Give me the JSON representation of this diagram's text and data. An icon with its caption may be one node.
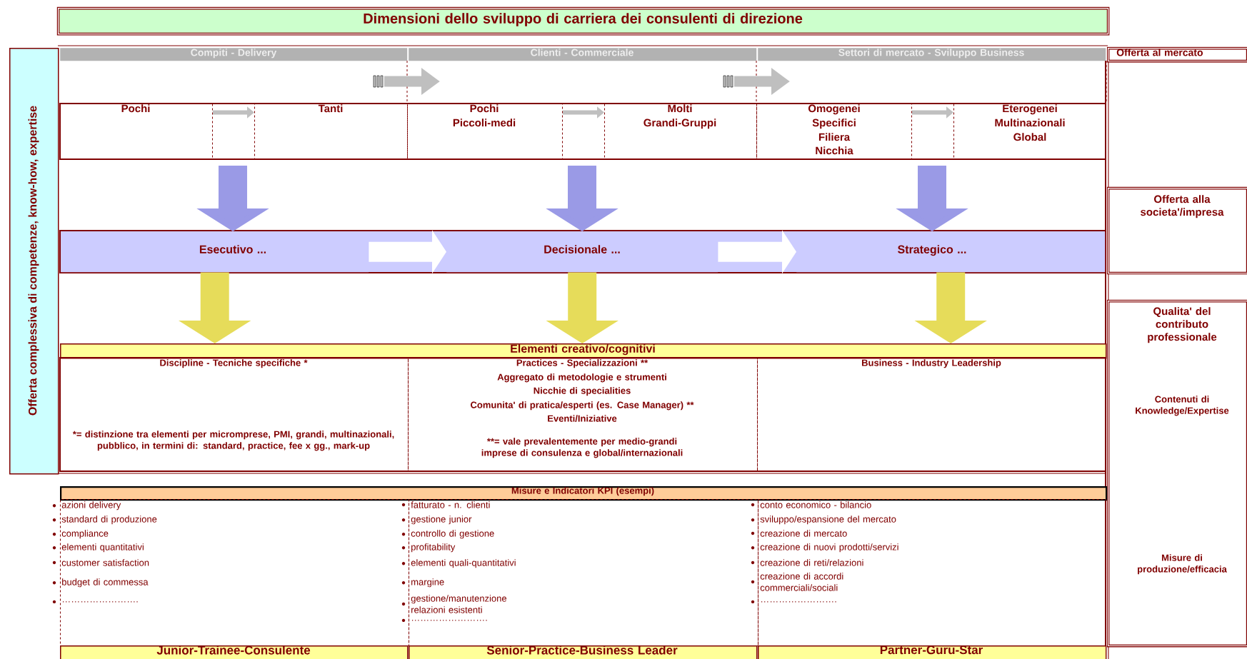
{
  "diagram": {
    "title": "Dimensioni dello sviluppo di carriera dei consulenti di direzione",
    "nodes": [
      {
        "text": [
          "Offerta complessiva di competenze, know-how, expertise"
        ]
      },
      {
        "text": [
          "Compiti - Delivery"
        ]
      },
      {
        "text": [
          "Clienti - Commerciale"
        ]
      },
      {
        "text": [
          "Settori di mercato - Sviluppo Business"
        ]
      },
      {
        "text": [
          "Offerta al mercato"
        ]
      },
      {
        "text": [
          "Pochi"
        ]
      },
      {
        "text": [
          "Tanti"
        ]
      },
      {
        "text": [
          "Pochi",
          "Piccoli-medi"
        ]
      },
      {
        "text": [
          "Molti",
          "Grandi-Gruppi"
        ]
      },
      {
        "text": [
          "Omogenei",
          "Specifici",
          "Filiera",
          "Nicchia"
        ]
      },
      {
        "text": [
          "Eterogenei",
          "Multinazionali",
          "Global"
        ]
      },
      {
        "text": [
          "Offerta alla societa'/impresa"
        ]
      },
      {
        "text": [
          "Esecutivo ..."
        ]
      },
      {
        "text": [
          "Decisionale ..."
        ]
      },
      {
        "text": [
          "Strategico ..."
        ]
      },
      {
        "text": [
          "Elementi creativo/cognitivi"
        ]
      },
      {
        "text": [
          "Discipline - Tecniche specifiche *",
          "*= distinzione tra elementi per micromprese, PMI, grandi, multinazionali, pubblico, in termini di: standard, practice, fee x gg., mark-up"
        ]
      },
      {
        "text": [
          "Practices - Specializzazioni **",
          "Aggregato di metodologie e strumenti",
          "Nicchie di specialities",
          "Comunita' di pratica/esperti (es. Case Manager) **",
          "Eventi/Iniziative",
          "**= vale prevalentemente per medio-grandi imprese di consulenza e global/internazionali"
        ]
      },
      {
        "text": [
          "Business - Industry Leadership"
        ]
      },
      {
        "text": [
          "Qualita' del contributo professionale",
          "Contenuti di Knowledge/Expertise",
          "Misure di produzione/efficacia"
        ]
      },
      {
        "text": [
          "Misure e Indicatori KPI (esempi)"
        ]
      },
      {
        "text": [
          "azioni delivery",
          "standard di produzione",
          "compliance",
          "elementi quantitativi",
          "customer satisfaction",
          "budget di commessa",
          "……………………."
        ]
      },
      {
        "text": [
          "fatturato - n. clienti",
          "gestione junior",
          "controllo di gestione",
          "profitability",
          "elementi quali-quantitativi",
          "margine",
          "gestione/manutenzione relazioni esistenti",
          "……………………."
        ]
      },
      {
        "text": [
          "conto economico - bilancio",
          "sviluppo/espansione del mercato",
          "creazione di mercato",
          "creazione di nuovi prodotti/servizi",
          "creazione di reti/relazioni",
          "creazione di accordi commerciali/sociali",
          "……………………."
        ]
      },
      {
        "text": [
          "Junior-Trainee-Consulente"
        ]
      },
      {
        "text": [
          "Senior-Practice-Business Leader"
        ]
      },
      {
        "text": [
          "Partner-Guru-Star"
        ]
      }
    ],
    "edges": [
      {
        "from": 5,
        "to": 6,
        "arrow": "to",
        "color": "#c0c0c0"
      },
      {
        "from": 7,
        "to": 8,
        "arrow": "to",
        "color": "#c0c0c0"
      },
      {
        "from": 9,
        "to": 10,
        "arrow": "to",
        "color": "#c0c0c0"
      },
      {
        "from": null,
        "to": 12,
        "arrow": "to",
        "color": "#9a9ae6"
      },
      {
        "from": null,
        "to": 13,
        "arrow": "to",
        "color": "#9a9ae6"
      },
      {
        "from": null,
        "to": 14,
        "arrow": "to",
        "color": "#9a9ae6"
      },
      {
        "from": 12,
        "to": 13,
        "arrow": "to",
        "color": "#ffffff"
      },
      {
        "from": 13,
        "to": 14,
        "arrow": "to",
        "color": "#ffffff"
      },
      {
        "from": 12,
        "to": 15,
        "arrow": "to",
        "color": "#e6dc5a"
      },
      {
        "from": 13,
        "to": 15,
        "arrow": "to",
        "color": "#e6dc5a"
      },
      {
        "from": 14,
        "to": 15,
        "arrow": "to",
        "color": "#e6dc5a"
      }
    ]
  }
}
